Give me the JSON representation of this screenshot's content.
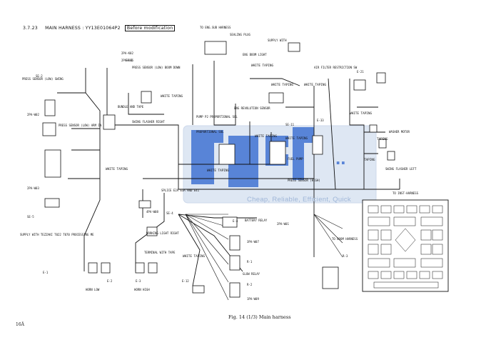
{
  "header": {
    "number": "3.7.23",
    "title": "MAIN HARNESS : YY13E01064P2",
    "tag": "Before modification"
  },
  "caption": "Fig. 14 (1/3)   Main harness",
  "page_number": "16Ã",
  "watermark": {
    "text": "Cheap, Reliable, Efficient, Quick",
    "color": "#2a5ec4"
  },
  "taping": [
    "WHITE TAPING",
    "WHITE TAPING",
    "WHITE TAPING",
    "WHITE TAPING",
    "WHITE TAPING",
    "WHITE TAPING",
    "WHITE TAPING",
    "WHITE TAPING",
    "WHITE TAPING",
    "WHITE TAPING",
    "TAPING",
    "TAPING"
  ],
  "labels": {
    "top_harness": "TO ENG.SUB HARNESS",
    "sealing_plug": "SEALING PLUG",
    "supply_with": "SUPPLY WITH",
    "bundle": "BUNDLE AND TAPE",
    "eng_boom_light": "ENG BOOM LIGHT",
    "swing_flasher_right": "SWING FLASHER RIGHT",
    "press_sensor_low": "PRESS SENSOR (LOW) BOOM DOWN",
    "air_filter": "AIR FILTER RESTRICTION SW",
    "eng_revolution": "ENG REVOLUTION SENSOR",
    "fuel_pump": "FUEL PUMP",
    "press_sensor_high": "PRESS SENSOR (HIGH)",
    "washer_motor": "WASHER MOTOR",
    "swing_flasher_left": "SWING FLASHER LEFT",
    "to_inst_harness": "TO INST-HARNESS",
    "battery_relay": "BATTERY RELAY",
    "glow_relay": "GLOW RELAY",
    "horn_low": "HORN LOW",
    "horn_high": "HORN HIGH",
    "working_light": "WORKING LIGHT RIGHT",
    "supply_tezzaki": "SUPPLY WITH TEZZAKI T022 T070 PROCESSING ME",
    "terminal_tape": "TERMINAL WITH TAPE",
    "boom_harness": "TO BOOM HARNESS",
    "fuse_ground": "SPLICE E2A E3A AND E41",
    "press_sensor_swing": "PRESS SENSOR (LOW) SWING",
    "press_sensor_arm": "PRESS SENSOR (LOW) ARM IN",
    "proportional_sol": "PROPORTIONAL SOL",
    "pump_p2": "PUMP P2 PROPORTIONAL SOL"
  },
  "connectors": [
    "2PA-K02",
    "2PA-K06",
    "SE-2",
    "2PA-W02",
    "SE-1",
    "2PA-W03",
    "SE-5",
    "4PA-W08",
    "SE-11",
    "SE-4",
    "2PA-W01",
    "3PA-W07",
    "1PA-W09",
    "E-1",
    "E-2",
    "E-3",
    "E-4",
    "E-12",
    "E-21",
    "E-33",
    "R-1",
    "R-2",
    "R-3"
  ]
}
